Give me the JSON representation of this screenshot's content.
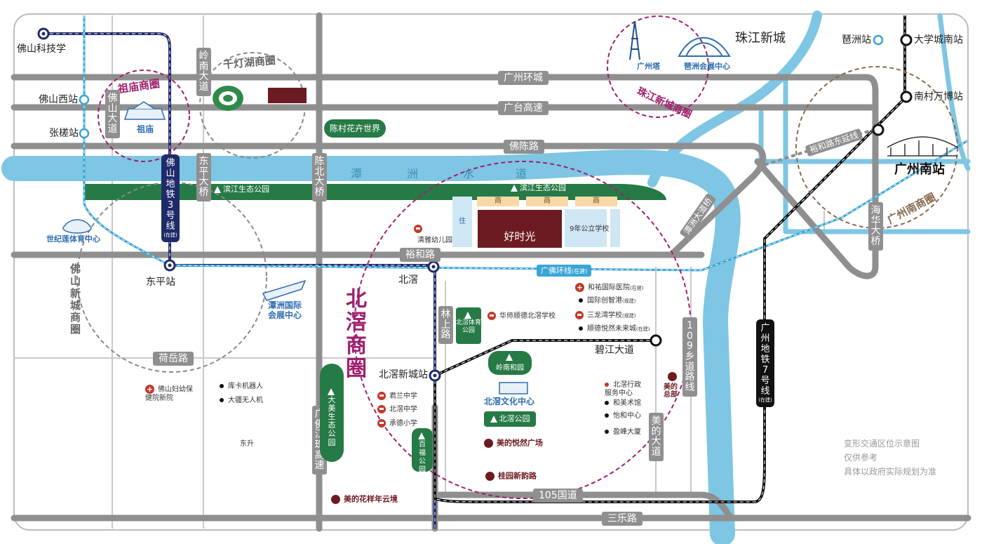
{
  "colors": {
    "road": "#8f8f8f",
    "river": "#7ec6e3",
    "park": "#267a45",
    "metro3": "#1f2a6b",
    "metro7": "#111111",
    "guangfo": "#3aa5d6",
    "circle_pink": "#a01f6e",
    "circle_grey": "#8a8a8a",
    "circle_brown": "#8a6b50",
    "project": "#6d1b22",
    "commercial": "#f6d9a6",
    "residential": "#cfe6f5"
  },
  "stations": {
    "foshan_keji": "佛山科技学",
    "foshan_west": "佛山西站",
    "zhangcha": "张槎站",
    "dongping": "东平站",
    "beijiao_xincheng": "北滘新城站",
    "beijiao_mid": "北滘",
    "dalianghenan": "碧江大道",
    "guangzhou_south": "广州南站",
    "pazhou": "琶洲站",
    "daxuecheng_nan": "大学城南站",
    "nancun_wanbo": "南村万博站"
  },
  "roads": {
    "guangzhou_ring": "广州环城",
    "guangtai": "广台高速",
    "fopan": "佛陈路",
    "yuhe": "裕和路",
    "heyue": "荷岳路",
    "road105": "105国道",
    "sanle": "三乐路",
    "foshan_avenue": "佛山大道",
    "lingnan_avenue": "岭南大道",
    "dongping_bridge": "东平大桥",
    "chenbei_bridge": "陈北大桥",
    "linshang": "林上路",
    "guangfo_jiangzhu": "广佛江珠高速",
    "road109": "109乡道路线",
    "meidi_avenue": "美的大道",
    "haihua_bridge": "海华大桥",
    "xiangjiang_bridge": "潭洲大道桥",
    "yuhe_east_ext": "裕和路东延线",
    "guangfo_ring": "广佛环线",
    "guangfo_ring_note": "(在建)"
  },
  "metro": {
    "line3": "佛山地铁3号线",
    "line3_note": "(在建)",
    "line7": "广州地铁7号线",
    "line7_note": "(在建)"
  },
  "areas": {
    "zumiao": "祖庙商圈",
    "qiandenghu": "千灯湖商圈",
    "zhujiang_new_town_circle": "珠江新城商圈",
    "zhujiang_new_town": "珠江新城",
    "guangzhou_south_circle": "广州南商圈",
    "foshan_newtown_circle": "佛山新城商圈",
    "beijiao_circle": "北滘商圈"
  },
  "rivers": {
    "tanzhou": "潭",
    "tanzhou2": "洲",
    "tanzhou3": "水",
    "tanzhou4": "道"
  },
  "landmarks": {
    "zumiao": "祖庙",
    "canton_tower": "广州塔",
    "pazhou_expo": "琶洲会展中心",
    "chencun_flower": "陈村花卉世界",
    "binjiang_park_w": "滨江生态公园",
    "binjiang_park_e": "滨江生态公园",
    "century_lotus": "世纪莲体育中心",
    "tanzhou_expo": "潭洲国际会展中心",
    "project": "好时光",
    "shang1": "商",
    "shang2": "商",
    "shang3": "商",
    "zhu": "住",
    "qingya_kg": "清雅幼儿园",
    "nine_year_school": "9年公立学校",
    "beijiao_sports_park": "北滘体育公园",
    "lingnan_heyuan": "岭南和园",
    "beijiao_culture": "北滘文化中心",
    "beijiao_park": "北滘公园",
    "dameisheng_park": "大美生态公园",
    "baifu_park": "百福公园",
    "meidi_hq": "美的总部",
    "meidi_yueran": "美的悦然广场",
    "meidi_huaxiang": "美的花样年云境",
    "hengxing": "桂园新韵路"
  },
  "poi": {
    "hexiang_hospital": "和祐国际医院",
    "hexiang_note": "(在建)",
    "guoji_chuangzhi": "国际创智港",
    "guoji_note": "(规建)",
    "sanlongwan_school": "三龙湾学校",
    "sanlongwan_note": "(规建)",
    "shunde_future": "顺德悦然未来城",
    "shunde_note": "(在建)",
    "huashi_school": "华师顺德北滘学校",
    "beijiao_admin": "北滘行政服务中心",
    "he_art": "和美术馆",
    "yihe": "怡和中心",
    "yingfeng": "盈峰大厦",
    "xuegui_middle": "君兰中学",
    "beijiao_middle": "北滘中学",
    "chengde_primary": "承德小学",
    "foshan_maternity": "佛山妇幼保健院新院",
    "kuka": "库卡机器人",
    "dji": "大疆无人机",
    "dongsheng_road": "东升"
  },
  "notes": {
    "line1": "变形交通区位示意图",
    "line2": "仅供参考",
    "line3": "具体以政府实际规划为准"
  }
}
